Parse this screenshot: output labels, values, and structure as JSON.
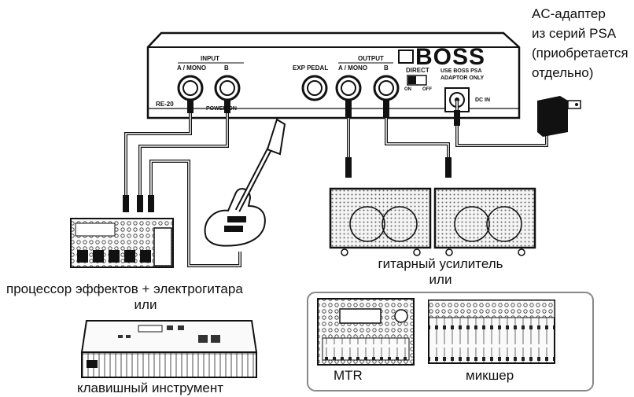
{
  "pedal": {
    "brand": "BOSS",
    "model": "RE-20",
    "input_group": "INPUT",
    "input_a": "A / MONO",
    "input_b": "B",
    "exp_pedal": "EXP PEDAL",
    "output_group": "OUTPUT",
    "output_a": "A / MONO",
    "output_b": "B",
    "direct": "DIRECT",
    "direct_on": "ON",
    "direct_off": "OFF",
    "adaptor_notice_1": "USE BOSS PSA",
    "adaptor_notice_2": "ADAPTOR ONLY",
    "power_on": "POWER ON",
    "dc_in": "DC IN"
  },
  "adapter_note": [
    "AC-адаптер",
    "из серий PSA",
    "(приобретается",
    "отдельно)"
  ],
  "labels": {
    "amp": "гитарный усилитель",
    "or_top": "или",
    "effects": "процессор эффектов + электрогитара",
    "or_left": "или",
    "keyboard": "клавишный инструмент",
    "mtr": "MTR",
    "mixer": "микшер"
  }
}
